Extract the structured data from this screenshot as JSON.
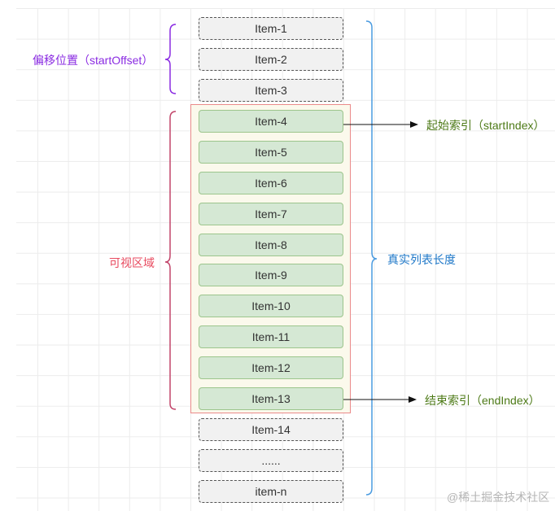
{
  "diagram": {
    "items": [
      {
        "label": "Item-1",
        "state": "offscreen"
      },
      {
        "label": "Item-2",
        "state": "offscreen"
      },
      {
        "label": "Item-3",
        "state": "offscreen"
      },
      {
        "label": "Item-4",
        "state": "visible"
      },
      {
        "label": "Item-5",
        "state": "visible"
      },
      {
        "label": "Item-6",
        "state": "visible"
      },
      {
        "label": "Item-7",
        "state": "visible"
      },
      {
        "label": "Item-8",
        "state": "visible"
      },
      {
        "label": "Item-9",
        "state": "visible"
      },
      {
        "label": "Item-10",
        "state": "visible"
      },
      {
        "label": "Item-11",
        "state": "visible"
      },
      {
        "label": "Item-12",
        "state": "visible"
      },
      {
        "label": "Item-13",
        "state": "visible"
      },
      {
        "label": "Item-14",
        "state": "offscreen"
      },
      {
        "label": "......",
        "state": "offscreen"
      },
      {
        "label": "item-n",
        "state": "offscreen"
      }
    ],
    "labels": {
      "start_offset": "偏移位置（startOffset）",
      "visible_area": "可视区域",
      "real_list_length": "真实列表长度",
      "start_index": "起始索引（startIndex）",
      "end_index": "结束索引（endIndex）"
    },
    "colors": {
      "offset_brace": "#8a2be2",
      "visible_brace": "#c2456a",
      "real_brace": "#4a9be0",
      "visible_box_border": "#ea8a8a",
      "visible_box_fill": "#fbf9ec",
      "visible_item_fill": "#d5e8d4",
      "offscreen_item_fill": "#f1f1f1",
      "index_label": "#4d7a17"
    }
  },
  "watermark": "@稀土掘金技术社区"
}
